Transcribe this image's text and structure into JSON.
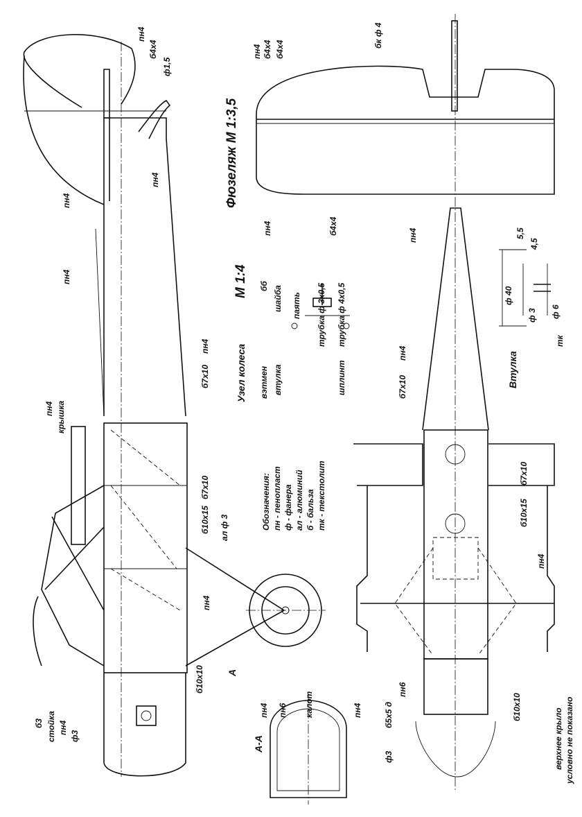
{
  "labels": {
    "fuselage_title": "Фюзеляж М 1:3,5",
    "scale_14": "М 1:4",
    "wheel_node": "Узел колеса",
    "bushing": "Втулка",
    "section": "А-А",
    "section_mark": "А",
    "upper_wing_note_1": "верхнее крыло",
    "upper_wing_note_2": "условно не показано"
  },
  "legend": {
    "title": "Обозначения:",
    "items": [
      "пн - пенопласт",
      "ф - фанера",
      "ал - алюминий",
      "б - бальза",
      "тк - текстолит"
    ]
  },
  "wheel_parts": [
    "бб",
    "шайба",
    "паять",
    "трубка ф 3х0,5",
    "трубка ф 4х0,5",
    "шплинт",
    "втулка",
    "вэтмен"
  ],
  "side_view_labels": [
    "пн4",
    "б4х4",
    "ф1,5",
    "пн4",
    "пн4",
    "пн4",
    "пн4",
    "пн4",
    "крышка",
    "б7х10",
    "б7х10",
    "б10х15",
    "ал ф 3",
    "пн4",
    "б10х10",
    "б3",
    "стойка",
    "пн4",
    "ф3"
  ],
  "top_view_labels": [
    "пн4",
    "б4х4",
    "б4х4",
    "бк ф 4",
    "пн4",
    "б4х4",
    "пн4",
    "пн4",
    "б7х10",
    "б7х10",
    "б10х15",
    "пн4",
    "пн6",
    "б5х5 д",
    "ф3",
    "б10х10"
  ],
  "section_labels": [
    "пн4",
    "пн6",
    "калот",
    "пн4"
  ],
  "bushing_dims": [
    "ф 40",
    "ф 3",
    "ф 6",
    "4,5",
    "5,5",
    "тк"
  ]
}
